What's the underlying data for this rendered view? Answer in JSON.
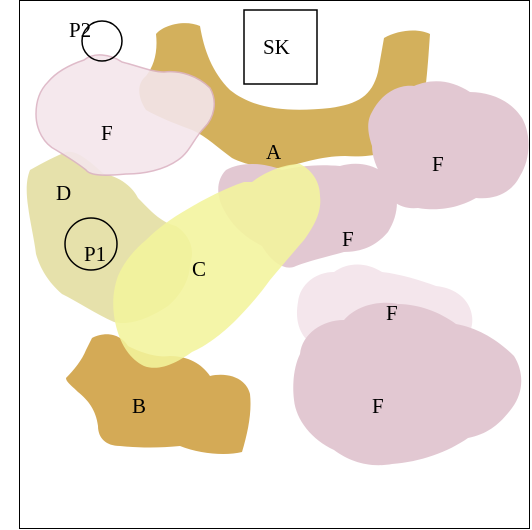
{
  "colors": {
    "frame": "#000000",
    "region_a": "#d3b05c",
    "region_b": "#d4aa56",
    "region_c": "#f3f49c",
    "region_d": "#e2dc9c",
    "region_f_light": "#f4e6ec",
    "region_f": "#e2c8d2",
    "outline_f_light": "#dcb4c4"
  },
  "labels": {
    "sk": "SK",
    "p1": "P1",
    "p2": "P2",
    "a": "A",
    "b": "B",
    "c": "C",
    "d": "D",
    "f": "F"
  }
}
